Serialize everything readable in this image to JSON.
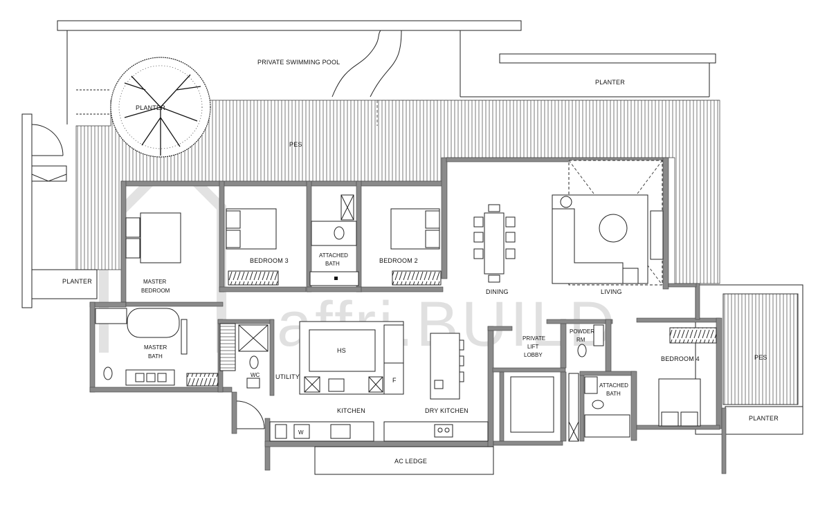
{
  "labels": {
    "private_swimming_pool": "PRIVATE SWIMMING POOL",
    "planter_top": "PLANTER",
    "planter_tree": "PLANTER",
    "planter_left": "PLANTER",
    "planter_right": "PLANTER",
    "pes_top": "PES",
    "pes_right": "PES",
    "master_bedroom_1": "MASTER",
    "master_bedroom_2": "BEDROOM",
    "bedroom_3": "BEDROOM 3",
    "attached_bath_1a": "ATTACHED",
    "attached_bath_1b": "BATH",
    "bedroom_2": "BEDROOM 2",
    "dining": "DINING",
    "living": "LIVING",
    "master_bath_1": "MASTER",
    "master_bath_2": "BATH",
    "hs": "HS",
    "f": "F",
    "utility": "UTILITY",
    "wc": "WC",
    "kitchen": "KITCHEN",
    "dry_kitchen": "DRY KITCHEN",
    "private_lift_1": "PRIVATE",
    "private_lift_2": "LIFT",
    "private_lift_3": "LOBBY",
    "powder_rm_1": "POWDER",
    "powder_rm_2": "RM",
    "attached_bath_2a": "ATTACHED",
    "attached_bath_2b": "BATH",
    "bedroom_4": "BEDROOM 4",
    "w": "W",
    "ac_ledge": "AC LEDGE"
  },
  "watermark": "affri.BUILD"
}
